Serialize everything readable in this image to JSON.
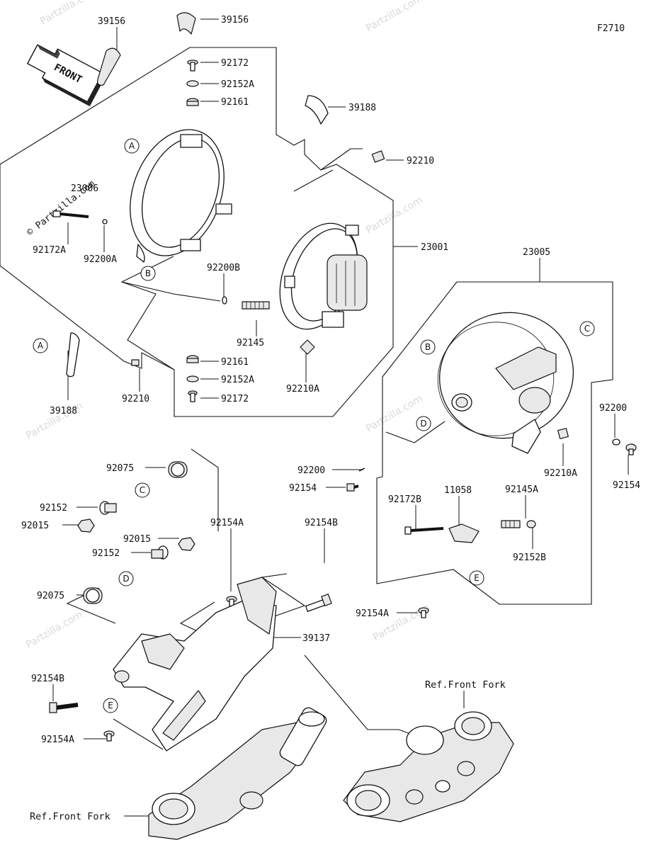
{
  "figure_code": "F2710",
  "front_badge": "FRONT",
  "watermark": "Partzilla.com",
  "copyright_mark": "© Partzilla.com",
  "callouts": {
    "p39156_a": "39156",
    "p39156_b": "39156",
    "p92172_top": "92172",
    "p92152a_top": "92152A",
    "p92161_top": "92161",
    "p39188_top": "39188",
    "p92210_top": "92210",
    "p23006": "23006",
    "p92172a": "92172A",
    "p92200a": "92200A",
    "p92200b": "92200B",
    "p23001": "23001",
    "p23005": "23005",
    "p92145": "92145",
    "p92161_bot": "92161",
    "p92152a_bot": "92152A",
    "p92172_bot": "92172",
    "p92210a_mid": "92210A",
    "p39188_left": "39188",
    "p92210_left": "92210",
    "p92200_right": "92200",
    "p92154_right": "92154",
    "p92210a_right": "92210A",
    "p92200_mid": "92200",
    "p92154_mid": "92154",
    "p92172b": "92172B",
    "p11058": "11058",
    "p92145a": "92145A",
    "p92152b": "92152B",
    "p92154a_right": "92154A",
    "p92075_top": "92075",
    "p92152_top": "92152",
    "p92015_top": "92015",
    "p92015_mid": "92015",
    "p92152_mid": "92152",
    "p92075_mid": "92075",
    "p92154a_mid": "92154A",
    "p92154b_mid": "92154B",
    "p39137": "39137",
    "p92154b_left": "92154B",
    "p92154a_left": "92154A"
  },
  "references": {
    "front_fork_right": "Ref.Front Fork",
    "front_fork_left": "Ref.Front Fork"
  },
  "circle_markers": {
    "a1": "A",
    "b1": "B",
    "a2": "A",
    "b2": "B",
    "c1": "C",
    "d1": "D",
    "c2": "C",
    "d2": "D",
    "e1": "E",
    "e2": "E"
  }
}
